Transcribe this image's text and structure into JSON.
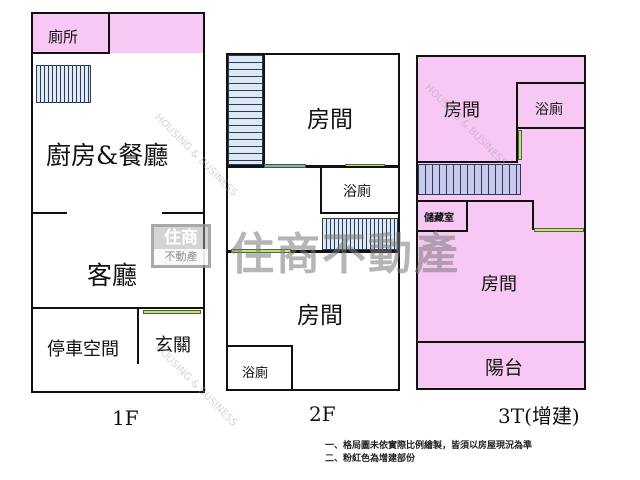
{
  "floors": [
    {
      "id": "1F",
      "label": "1F",
      "rooms": {
        "toilet": "廁所",
        "kitchen_dining": "廚房&餐廳",
        "living_room": "客廳",
        "parking": "停車空間",
        "entrance": "玄關"
      }
    },
    {
      "id": "2F",
      "label": "2F",
      "rooms": {
        "bedroom_front": "房間",
        "bathroom_mid": "浴廁",
        "bedroom_rear": "房間",
        "bathroom_rear": "浴廁"
      }
    },
    {
      "id": "3T",
      "label": "3T(增建)",
      "rooms": {
        "bedroom_front": "房間",
        "bathroom": "浴廁",
        "storage": "儲藏室",
        "bedroom_rear": "房間",
        "balcony": "陽台"
      }
    }
  ],
  "notes": [
    "一、格局圖未依實際比例繪製，皆須以房屋現況為準",
    "二、粉紅色為增建部份"
  ],
  "watermark": {
    "logo_top": "住商",
    "logo_bottom": "不動產",
    "main_text": "住商不動產",
    "english": "HOUSING & BUSINESS"
  },
  "colors": {
    "addition_pink": "#f8c8f4",
    "wall": "#111111",
    "window_green": "#c9e07a",
    "stairs_blue": "#dde9f4"
  }
}
